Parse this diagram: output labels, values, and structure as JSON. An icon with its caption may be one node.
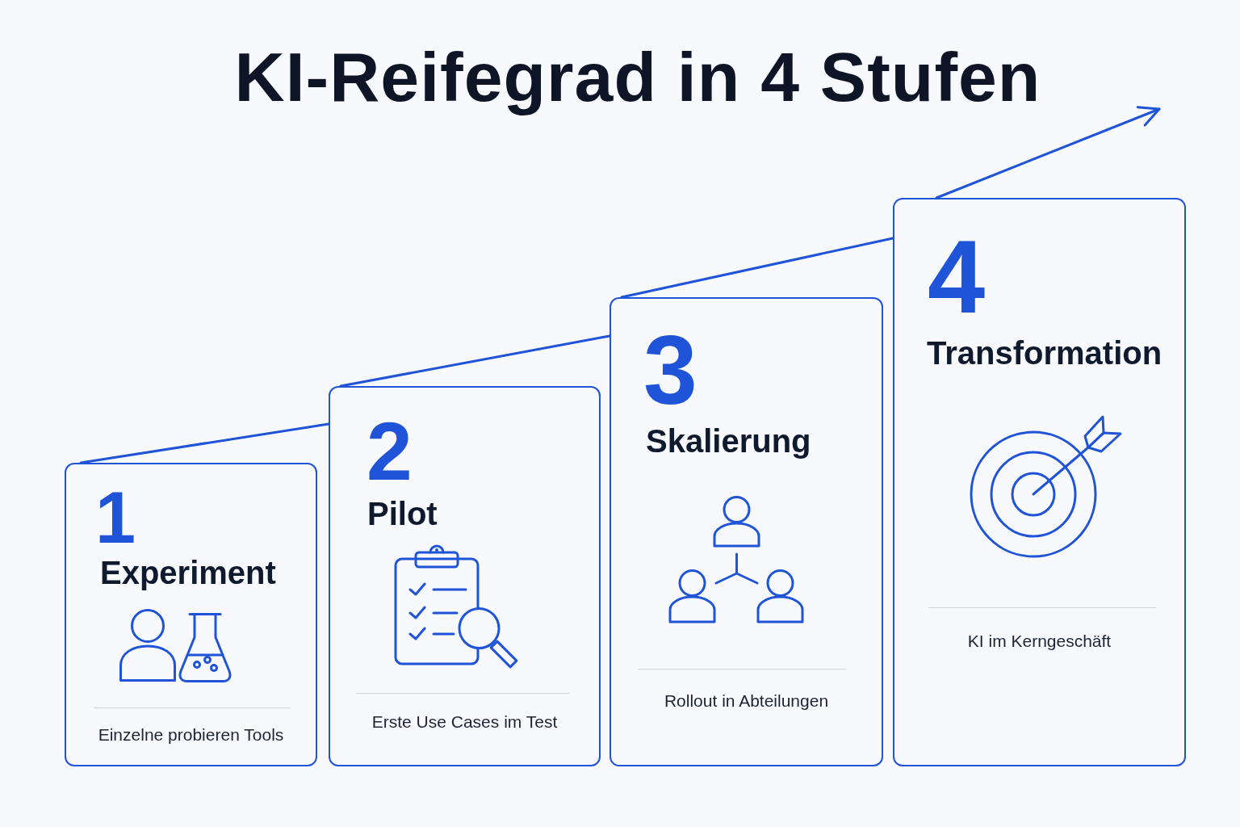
{
  "diagram": {
    "title": "KI-Reifegrad in 4 Stufen",
    "nodes": [
      {
        "text": [
          "1",
          "Experiment",
          "Einzelne probieren Tools"
        ]
      },
      {
        "text": [
          "2",
          "Pilot",
          "Erste Use Cases im Test"
        ]
      },
      {
        "text": [
          "3",
          "Skalierung",
          "Rollout in Abteilungen"
        ]
      },
      {
        "text": [
          "4",
          "Transformation",
          "KI im Kerngeschäft"
        ]
      }
    ],
    "edges": [
      {
        "from": 0,
        "to": 1,
        "arrow": "none"
      },
      {
        "from": 1,
        "to": 2,
        "arrow": "none"
      },
      {
        "from": 2,
        "to": 3,
        "arrow": "none"
      },
      {
        "from": 3,
        "to": null,
        "arrow": "to"
      }
    ]
  }
}
